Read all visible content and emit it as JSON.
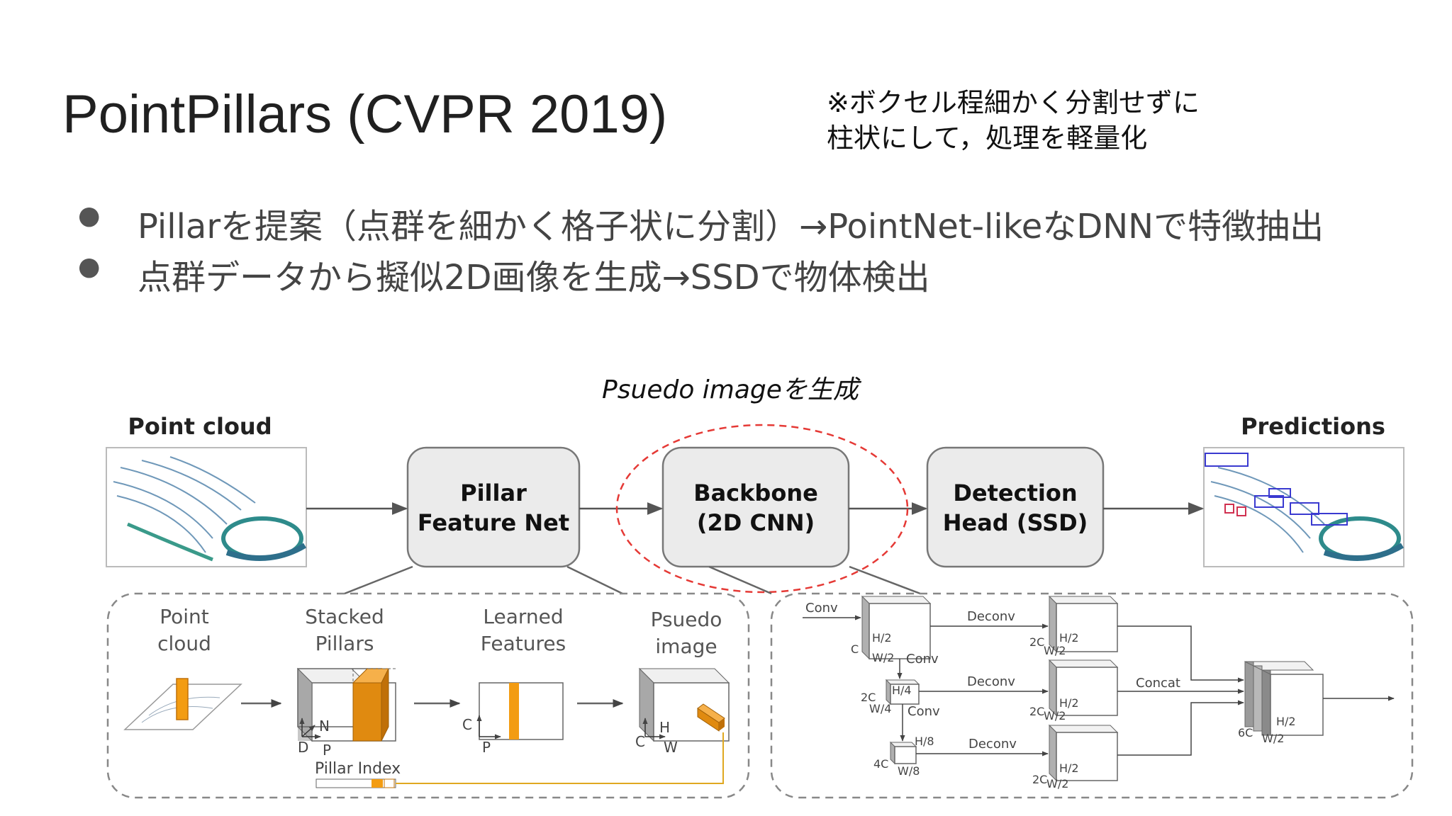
{
  "slide": {
    "title": "PointPillars (CVPR 2019)",
    "note_lines": [
      "※ボクセル程細かく分割せずに",
      "柱状にして，処理を軽量化"
    ],
    "bullets": [
      "Pillarを提案（点群を細かく格子状に分割）→PointNet-likeなDNNで特徴抽出",
      "点群データから擬似2D画像を生成→SSDで物体検出"
    ]
  },
  "diagram": {
    "annotation": "Psuedo imageを生成",
    "point_cloud_label": "Point cloud",
    "predictions_label": "Predictions",
    "pipeline": {
      "pfn": [
        "Pillar",
        "Feature Net"
      ],
      "backbone": [
        "Backbone",
        "(2D CNN)"
      ],
      "head": [
        "Detection",
        "Head (SSD)"
      ]
    },
    "pfn_detail": {
      "point_cloud": [
        "Point",
        "cloud"
      ],
      "stacked_pillars": [
        "Stacked",
        "Pillars"
      ],
      "learned_features": [
        "Learned",
        "Features"
      ],
      "pseudo_image": [
        "Psuedo",
        "image"
      ],
      "pillar_index": "Pillar Index",
      "dim_d": "D",
      "dim_p": "P",
      "dim_n": "N",
      "dim_c": "C",
      "dim_c2": "C",
      "dim_p2": "P",
      "dim_h": "H",
      "dim_w": "W"
    },
    "backbone_detail": {
      "conv": "Conv",
      "deconv": "Deconv",
      "concat": "Concat",
      "c": "C",
      "h2": "H/2",
      "w2": "W/2",
      "c2": "2C",
      "h4": "H/4",
      "w4": "W/4",
      "c4": "4C",
      "h8": "H/8",
      "w8": "W/8",
      "c6": "6C"
    }
  },
  "colors": {
    "box_fill": "#ebebeb",
    "box_stroke": "#777777",
    "orange": "#f39c12",
    "orange_dark": "#c07008",
    "red_dash": "#e53935",
    "pillar_line": "#e0a820"
  }
}
